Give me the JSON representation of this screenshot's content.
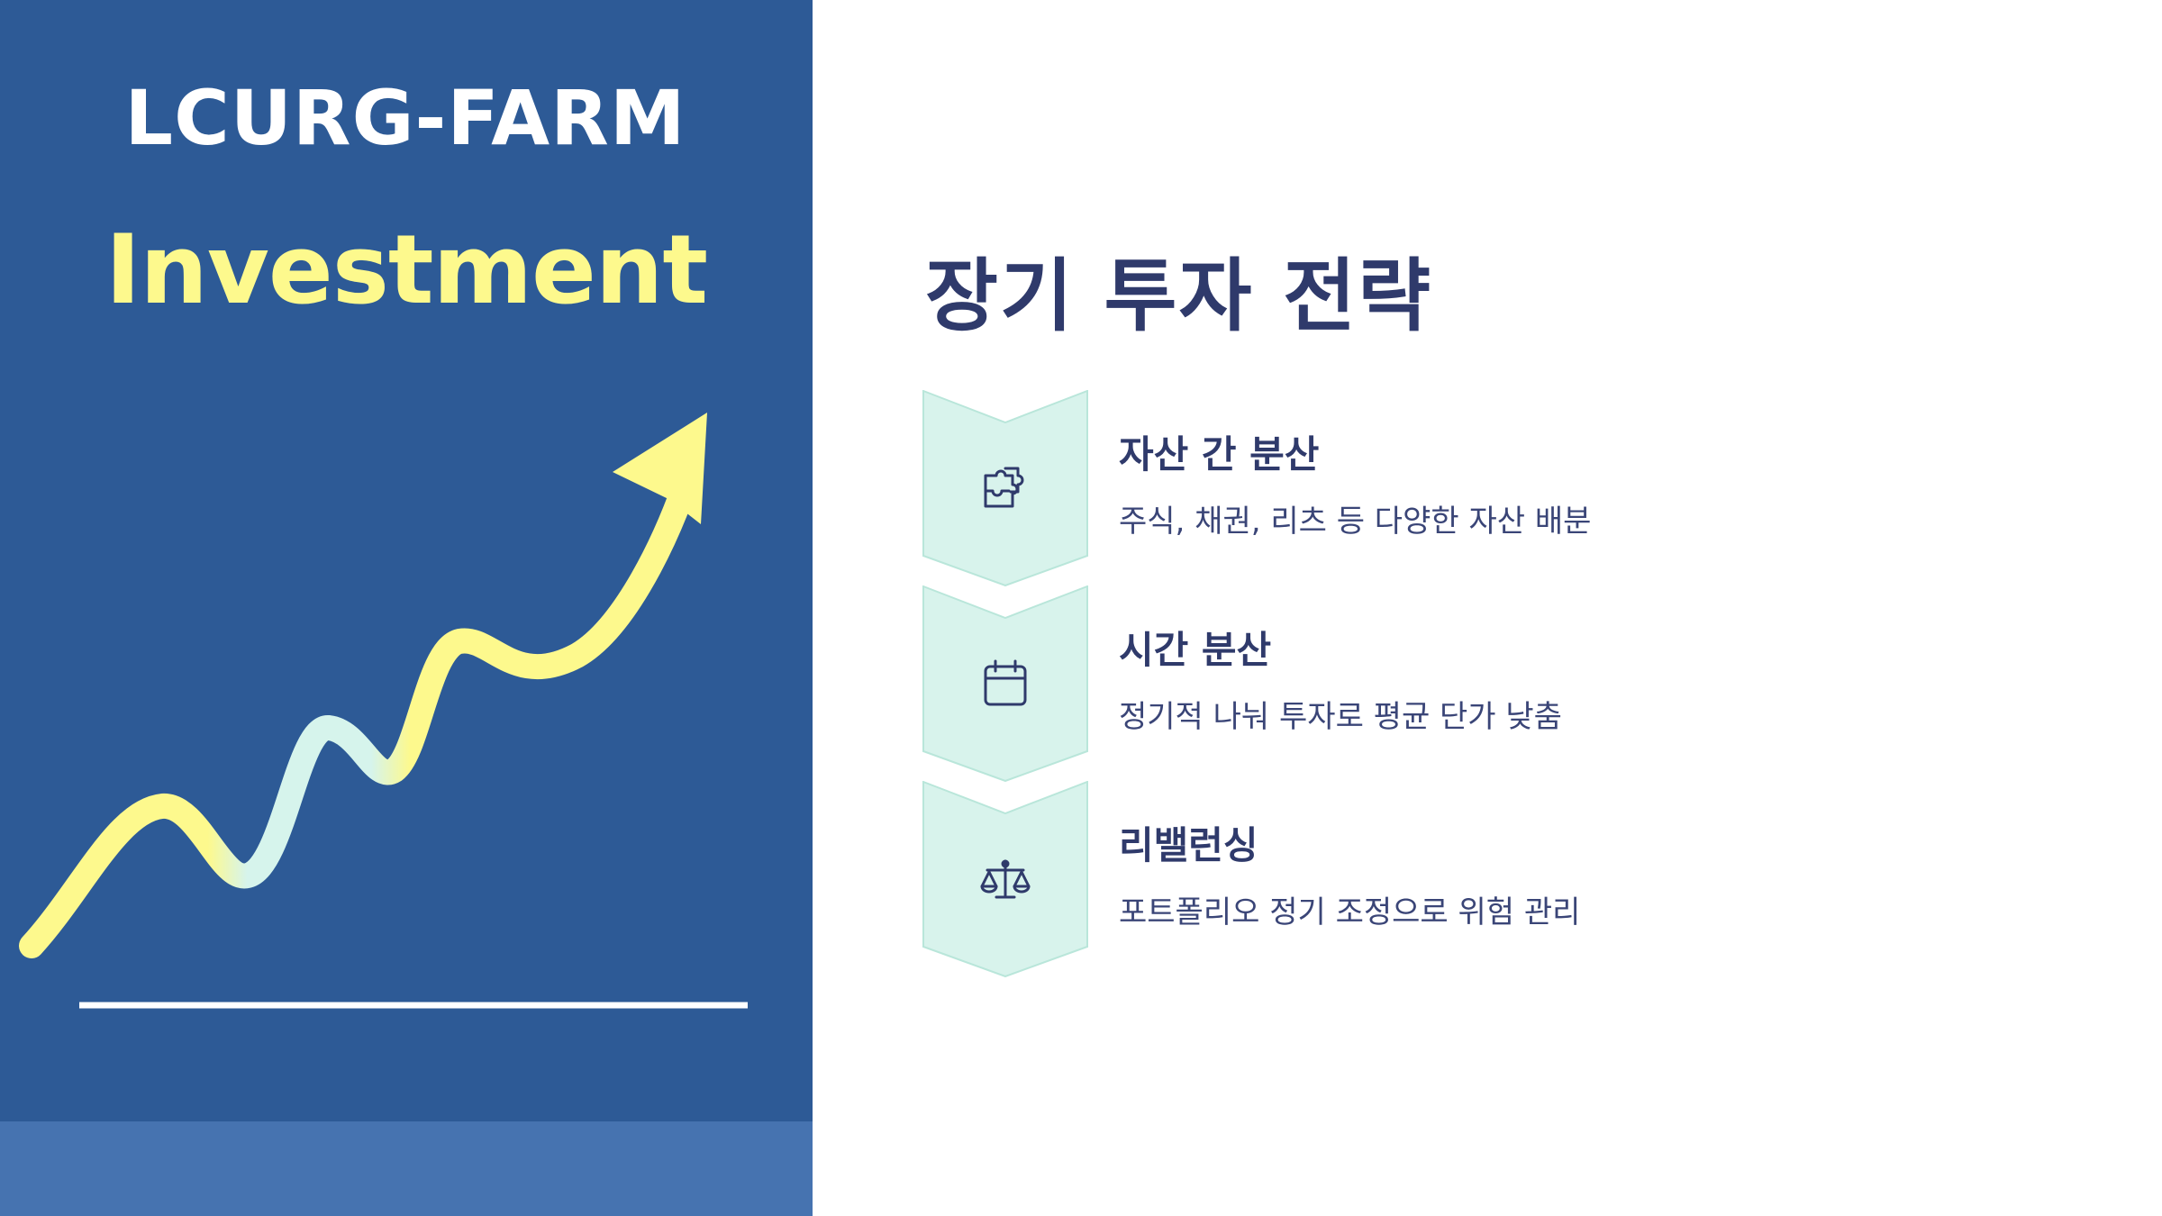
{
  "brand": {
    "name": "LCURG-FARM",
    "tagline": "Investment"
  },
  "colors": {
    "panel_blue": "#2d5a96",
    "panel_band": "#4673b0",
    "accent_yellow": "#fdf98d",
    "accent_mint": "#d6f4ec",
    "title_navy": "#2f3a6b",
    "chevron_fill": "#d8f3ec",
    "chevron_stroke": "#b9e6da"
  },
  "illustration": {
    "arrow_icon": "rising-arrow-icon",
    "baseline": "white-baseline"
  },
  "title": "장기 투자 전략",
  "steps": [
    {
      "icon": "puzzle-icon",
      "title": "자산 간 분산",
      "description": "주식, 채권, 리츠 등 다양한 자산 배분"
    },
    {
      "icon": "calendar-icon",
      "title": "시간 분산",
      "description": "정기적 나눠 투자로 평균 단가 낮춤"
    },
    {
      "icon": "scale-icon",
      "title": "리밸런싱",
      "description": "포트폴리오 정기 조정으로 위험 관리"
    }
  ]
}
